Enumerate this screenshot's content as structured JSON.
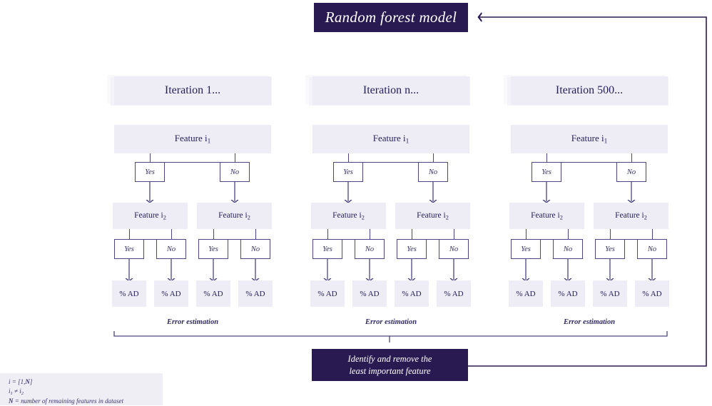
{
  "page": {
    "background": "#ffffff",
    "accent_dark": "#2a1a52",
    "accent_light": "#eeedf5",
    "line_color": "#4b4580",
    "text_dark": "#26205c"
  },
  "top": {
    "title": "Random forest model"
  },
  "bottom": {
    "line1": "Identify and remove the",
    "line2": "least important feature"
  },
  "columns": [
    {
      "iteration_label": "Iteration 1...",
      "feature1_label": "Feature i₁",
      "feature1_text": "Feature i",
      "feature1_sub": "1",
      "branches": [
        "Yes",
        "No"
      ],
      "feature2_text": "Feature i",
      "feature2_sub": "2",
      "sub_branches": [
        "Yes",
        "No",
        "Yes",
        "No"
      ],
      "leaves": [
        "% AD",
        "% AD",
        "% AD",
        "% AD"
      ],
      "error_label": "Error estimation"
    },
    {
      "iteration_label": "Iteration n...",
      "feature1_label": "Feature i₁",
      "feature1_text": "Feature i",
      "feature1_sub": "1",
      "branches": [
        "Yes",
        "No"
      ],
      "feature2_text": "Feature i",
      "feature2_sub": "2",
      "sub_branches": [
        "Yes",
        "No",
        "Yes",
        "No"
      ],
      "leaves": [
        "% AD",
        "% AD",
        "% AD",
        "% AD"
      ],
      "error_label": "Error estimation"
    },
    {
      "iteration_label": "Iteration 500...",
      "feature1_label": "Feature i₁",
      "feature1_text": "Feature i",
      "feature1_sub": "1",
      "branches": [
        "Yes",
        "No"
      ],
      "feature2_text": "Feature i",
      "feature2_sub": "2",
      "sub_branches": [
        "Yes",
        "No",
        "Yes",
        "No"
      ],
      "leaves": [
        "% AD",
        "% AD",
        "% AD",
        "% AD"
      ],
      "error_label": "Error estimation"
    }
  ],
  "legend": {
    "line1_a": "i",
    "line1_b": " = [1,",
    "line1_c": "N",
    "line1_d": "]",
    "line2_a": "i",
    "line2_sub1": "1",
    "line2_b": " ≠ ",
    "line2_c": "i",
    "line2_sub2": "2",
    "line3_a": "N",
    "line3_b": " = number of remaining features in dataset"
  }
}
